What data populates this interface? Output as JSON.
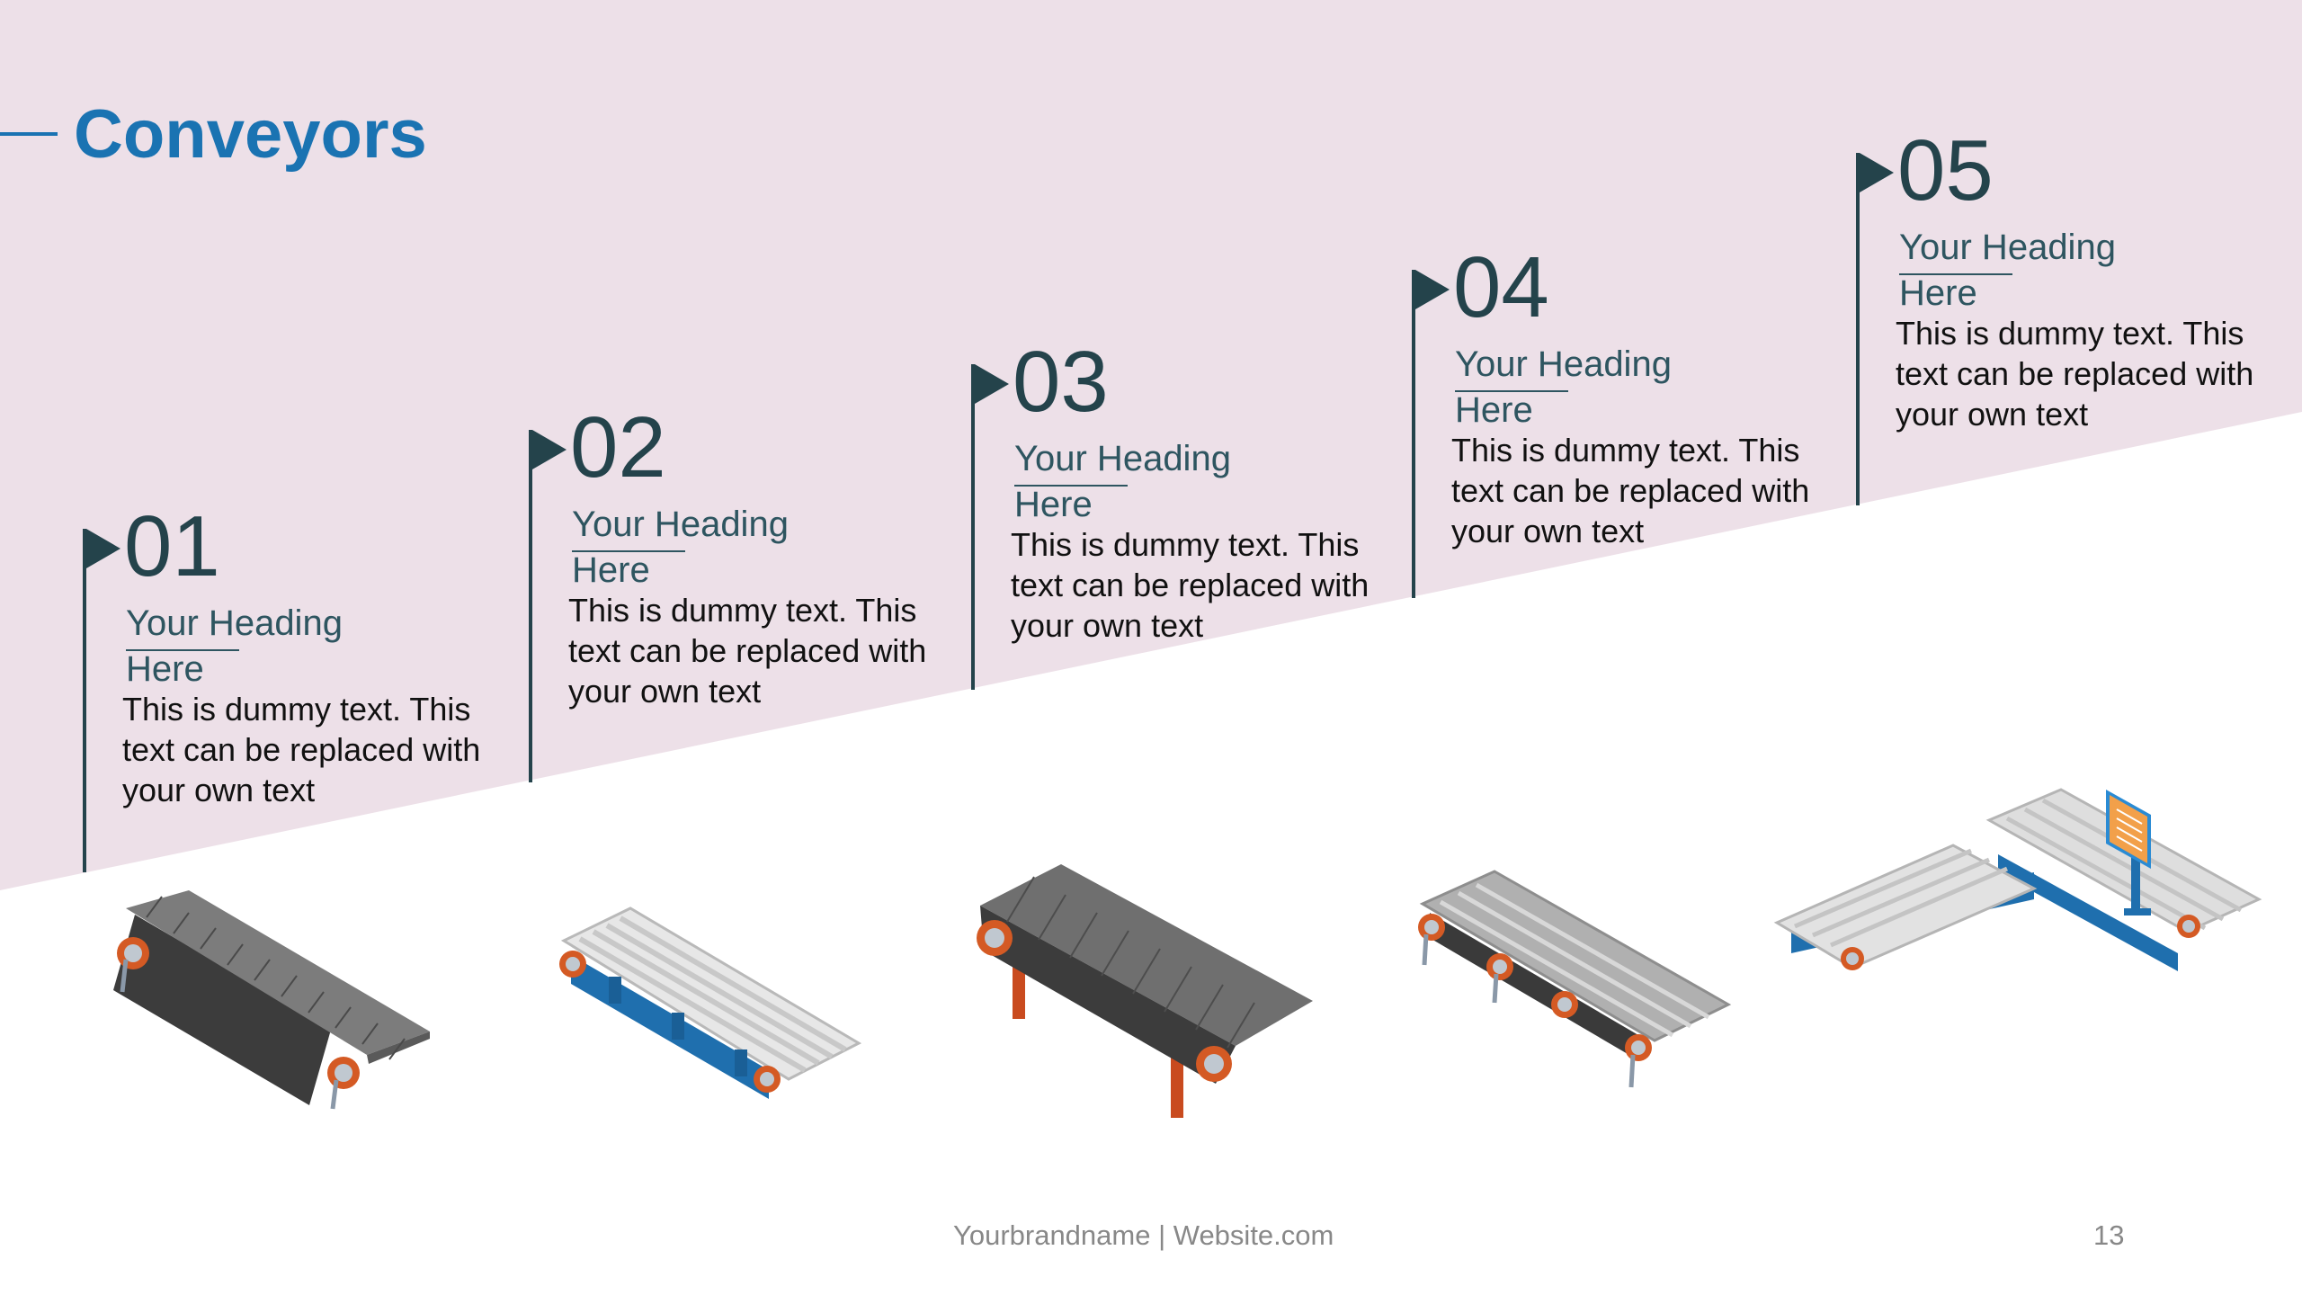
{
  "slide": {
    "title": "Conveyors",
    "page_number": "13",
    "footer": "Yourbrandname | Website.com"
  },
  "colors": {
    "background_band": "#ede0e8",
    "title": "#1a73b2",
    "flag": "#24434b",
    "heading_text": "#2e5560",
    "footer_text": "#888888"
  },
  "steps": [
    {
      "number": "01",
      "heading": "Your Heading Here",
      "body": "This is dummy text. This text can be replaced with your own text",
      "conveyor": "dark-belt-conveyor"
    },
    {
      "number": "02",
      "heading": "Your Heading Here",
      "body": "This is dummy text. This text can be replaced with your own text",
      "conveyor": "blue-frame-roller-conveyor"
    },
    {
      "number": "03",
      "heading": "Your Heading Here",
      "body": "This is dummy text. This text can be replaced with your own text",
      "conveyor": "orange-frame-belt-conveyor"
    },
    {
      "number": "04",
      "heading": "Your Heading Here",
      "body": "This is dummy text. This text can be replaced with your own text",
      "conveyor": "multi-roller-conveyor"
    },
    {
      "number": "05",
      "heading": "Your Heading Here",
      "body": "This is dummy text. This text can be replaced with your own text",
      "conveyor": "corner-conveyor-with-monitor"
    }
  ]
}
